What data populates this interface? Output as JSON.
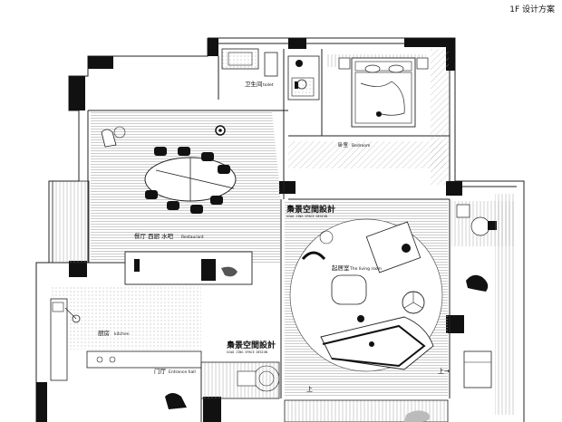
{
  "header": {
    "title": "1F 设计方案"
  },
  "rooms": {
    "toilet": {
      "cn": "卫生间",
      "en": "toilet"
    },
    "bedroom": {
      "cn": "卧室",
      "en": "Bedroom"
    },
    "restaurant": {
      "cn": "餐厅 西厨 水吧",
      "en": "Restaurant"
    },
    "living": {
      "cn": "起居室",
      "en": "The living room"
    },
    "kitchen": {
      "cn": "厨房",
      "en": "kitchen"
    },
    "entrance": {
      "cn": "门厅",
      "en": "Entrance hall"
    }
  },
  "brand": {
    "name": "梟景空間設計",
    "subtitle": "XIAO JING SPACE DESIGN"
  },
  "stairs": {
    "up_right": "上→",
    "up_bottom": "上"
  },
  "colors": {
    "wall": "#111111",
    "line": "#222222",
    "floor_hatch": "#9a9a9a",
    "rug": "#d8d8d8"
  }
}
